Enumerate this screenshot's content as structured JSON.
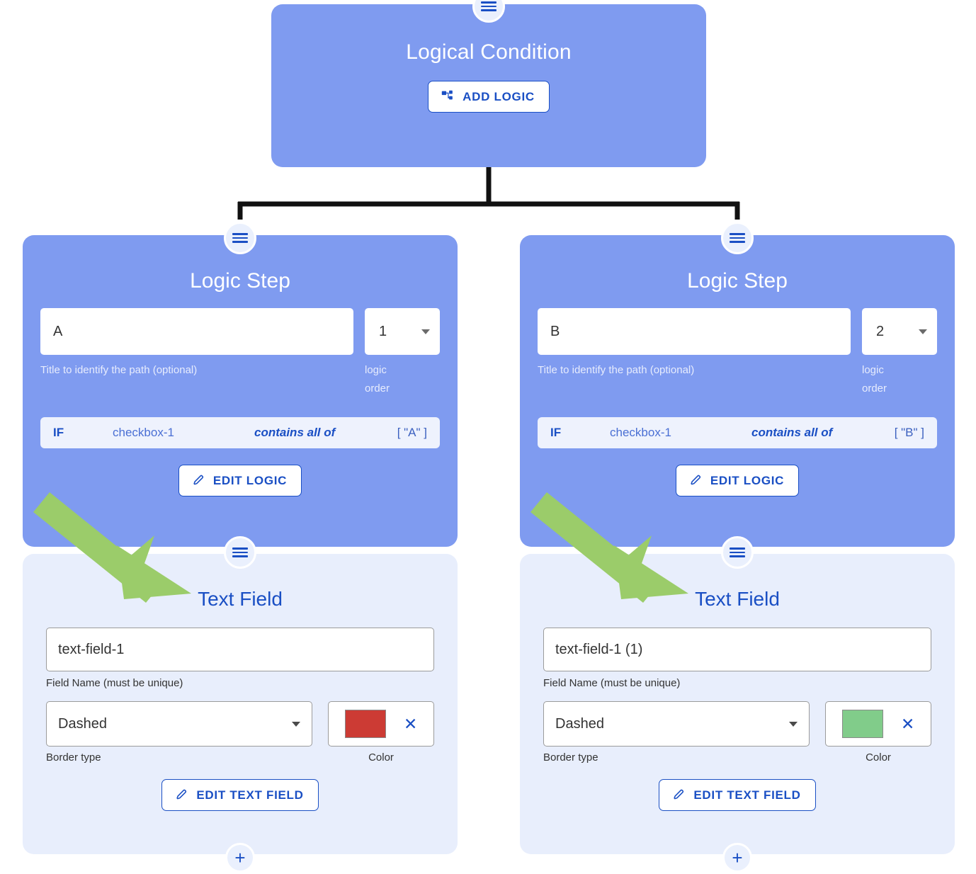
{
  "theme": {
    "card_blue": "#7f9bf0",
    "card_light": "#e8eefc",
    "accent_blue": "#1a4fc4",
    "strip_bg": "#eef2fd",
    "arrow_green": "#9bcc6a",
    "connector_black": "#111111"
  },
  "root": {
    "title": "Logical Condition",
    "add_logic_label": "ADD LOGIC",
    "add_logic_icon": "account-tree-icon",
    "drag_handle_icon": "hamburger-icon"
  },
  "branches": [
    {
      "id": "branch-a",
      "drag_handle_icon": "hamburger-icon",
      "step": {
        "title": "Logic Step",
        "path_title_value": "A",
        "path_title_placeholder": "Title to identify the path (optional)",
        "path_title_help": "Title to identify the path (optional)",
        "order_value": "1",
        "order_help_line1": "logic",
        "order_help_line2": "order",
        "condition": {
          "keyword": "IF",
          "field": "checkbox-1",
          "operator": "contains all of",
          "value": "[ \"A\" ]"
        },
        "edit_label": "EDIT LOGIC",
        "edit_icon": "pencil-icon"
      },
      "text_field": {
        "drag_handle_icon": "hamburger-icon",
        "title": "Text Field",
        "name_value": "text-field-1",
        "name_help": "Field Name (must be unique)",
        "border_type_value": "Dashed",
        "border_type_label": "Border type",
        "color_label": "Color",
        "color_value": "#cc3b34",
        "clear_color_icon": "close-icon",
        "edit_label": "EDIT TEXT FIELD",
        "edit_icon": "pencil-icon",
        "add_icon": "plus-icon"
      }
    },
    {
      "id": "branch-b",
      "drag_handle_icon": "hamburger-icon",
      "step": {
        "title": "Logic Step",
        "path_title_value": "B",
        "path_title_placeholder": "Title to identify the path (optional)",
        "path_title_help": "Title to identify the path (optional)",
        "order_value": "2",
        "order_help_line1": "logic",
        "order_help_line2": "order",
        "condition": {
          "keyword": "IF",
          "field": "checkbox-1",
          "operator": "contains all of",
          "value": "[ \"B\" ]"
        },
        "edit_label": "EDIT LOGIC",
        "edit_icon": "pencil-icon"
      },
      "text_field": {
        "drag_handle_icon": "hamburger-icon",
        "title": "Text Field",
        "name_value": "text-field-1 (1)",
        "name_help": "Field Name (must be unique)",
        "border_type_value": "Dashed",
        "border_type_label": "Border type",
        "color_label": "Color",
        "color_value": "#81cc8a",
        "clear_color_icon": "close-icon",
        "edit_label": "EDIT TEXT FIELD",
        "edit_icon": "pencil-icon",
        "add_icon": "plus-icon"
      }
    }
  ],
  "annotations": [
    {
      "name": "arrow-to-text-field-a",
      "color": "#9bcc6a"
    },
    {
      "name": "arrow-to-text-field-b",
      "color": "#9bcc6a"
    }
  ]
}
